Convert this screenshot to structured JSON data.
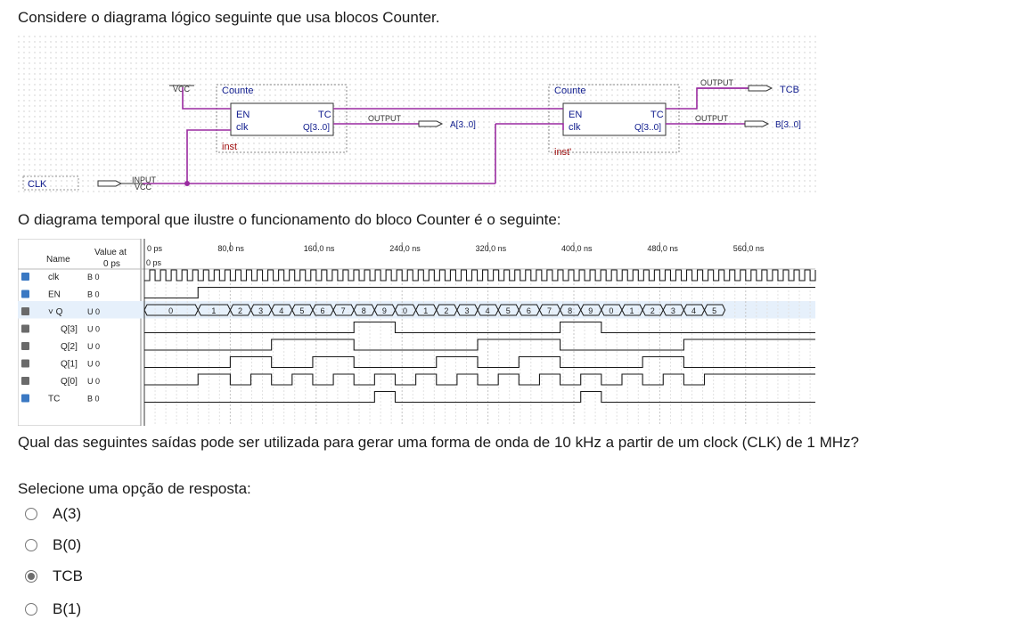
{
  "question": {
    "intro": "Considere o diagrama lógico seguinte que usa blocos Counter.",
    "timing_intro": "O diagrama temporal que ilustre o funcionamento do bloco Counter é o seguinte:",
    "text": "Qual das seguintes saídas pode ser utilizada para gerar uma forma de onda de 10 kHz a partir de um clock (CLK) de 1 MHz?",
    "select_prompt": "Selecione uma opção de resposta:"
  },
  "options": [
    {
      "label": "A(3)",
      "selected": false
    },
    {
      "label": "B(0)",
      "selected": false
    },
    {
      "label": "TCB",
      "selected": true
    },
    {
      "label": "B(1)",
      "selected": false
    }
  ],
  "schematic": {
    "vcc": "VCC",
    "block_title": "Counte",
    "pin_en": "EN",
    "pin_clk": "clk",
    "pin_tc": "TC",
    "pin_q": "Q[3..0]",
    "inst_a": "inst",
    "inst_b": "inst'",
    "output": "OUTPUT",
    "input": "INPUT",
    "input_vcc": "VCC",
    "clk_label": "CLK",
    "out_a": "A[3..0]",
    "out_tcb": "TCB",
    "out_b": "B[3..0]"
  },
  "waveform": {
    "header_name": "Name",
    "header_value": "Value at",
    "header_value_sub": "0 ps",
    "cursor_label": "0 ps",
    "time_labels": [
      "0 ps",
      "80,0 ns",
      "160,0 ns",
      "240,0 ns",
      "320,0 ns",
      "400,0 ns",
      "480,0 ns",
      "560,0 ns"
    ],
    "signals": [
      {
        "name": "clk",
        "value": "B 0"
      },
      {
        "name": "EN",
        "value": "B 0"
      },
      {
        "name": "Q",
        "value": "U 0"
      },
      {
        "name": "Q[3]",
        "value": "U 0"
      },
      {
        "name": "Q[2]",
        "value": "U 0"
      },
      {
        "name": "Q[1]",
        "value": "U 0"
      },
      {
        "name": "Q[0]",
        "value": "U 0"
      },
      {
        "name": "TC",
        "value": "B 0"
      }
    ],
    "q_values": [
      "0",
      "1",
      "2",
      "3",
      "4",
      "5",
      "6",
      "7",
      "8",
      "9",
      "0",
      "1",
      "2",
      "3",
      "4",
      "5",
      "6",
      "7",
      "8",
      "9",
      "0",
      "1",
      "2",
      "3",
      "4",
      "5"
    ],
    "q_bits": {
      "Q[3]": [
        0,
        0,
        0,
        0,
        0,
        0,
        0,
        0,
        1,
        1,
        0,
        0,
        0,
        0,
        0,
        0,
        0,
        0,
        1,
        1,
        0,
        0,
        0,
        0,
        0,
        0
      ],
      "Q[2]": [
        0,
        0,
        0,
        0,
        1,
        1,
        1,
        1,
        0,
        0,
        0,
        0,
        0,
        0,
        1,
        1,
        1,
        1,
        0,
        0,
        0,
        0,
        0,
        0,
        1,
        1
      ],
      "Q[1]": [
        0,
        0,
        1,
        1,
        0,
        0,
        1,
        1,
        0,
        0,
        0,
        0,
        1,
        1,
        0,
        0,
        1,
        1,
        0,
        0,
        0,
        0,
        1,
        1,
        0,
        0
      ],
      "Q[0]": [
        0,
        1,
        0,
        1,
        0,
        1,
        0,
        1,
        0,
        1,
        0,
        1,
        0,
        1,
        0,
        1,
        0,
        1,
        0,
        1,
        0,
        1,
        0,
        1,
        0,
        1
      ],
      "TC": [
        0,
        0,
        0,
        0,
        0,
        0,
        0,
        0,
        0,
        1,
        0,
        0,
        0,
        0,
        0,
        0,
        0,
        0,
        0,
        1,
        0,
        0,
        0,
        0,
        0,
        0
      ]
    }
  }
}
